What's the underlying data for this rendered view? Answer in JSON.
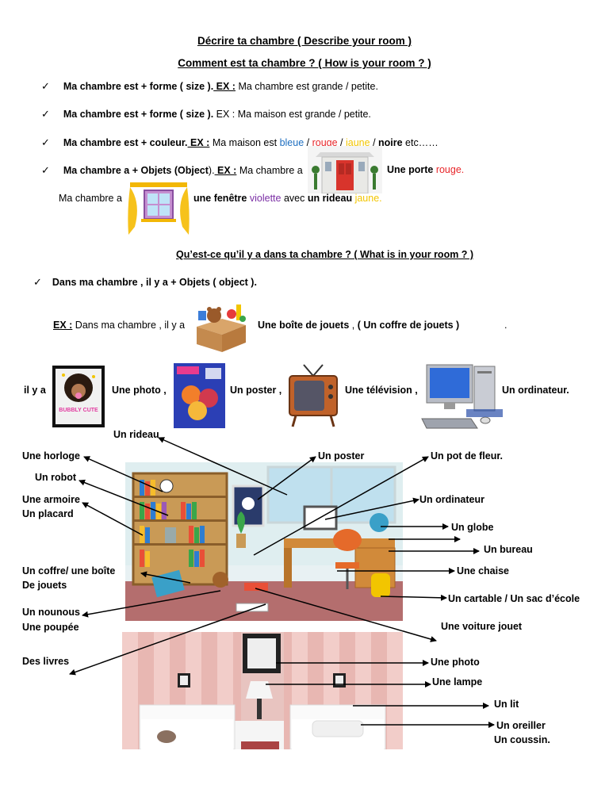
{
  "colors": {
    "blue": "#1f6fc0",
    "red": "#e8262a",
    "yellow": "#f2c500",
    "violet": "#7b2fa5"
  },
  "header": {
    "title1": "Décrire ta chambre  ( Describe your room )",
    "title2": "Comment est ta chambre ? ( How is your room ? )"
  },
  "bullets": [
    {
      "bold": "Ma chambre est + forme ( size ).",
      "ex": " EX :",
      "text": " Ma chambre est grande / petite."
    },
    {
      "bold": "Ma chambre est + forme ( size ).",
      "text": " EX : Ma maison est grande / petite."
    },
    {
      "bold": "Ma chambre est + couleur.",
      "ex": " EX :",
      "text": " Ma maison est ",
      "c1": "bleue",
      "s1": " / ",
      "c2": "rouge",
      "s2": " / ",
      "c3": "jaune",
      "s3": " / ",
      "c4": "noire",
      "tail": "  etc……"
    },
    {
      "bold": "Ma chambre  a + Objets (Object",
      "close": ").",
      "ex": " EX :",
      "text": "  Ma chambre a",
      "after": "Une porte ",
      "after_color": "rouge."
    }
  ],
  "line5": {
    "pre": "Ma chambre a",
    "b1": "une fenêtre ",
    "c1": "violette",
    "mid": " avec ",
    "b2": "un rideau ",
    "c2": "jaune."
  },
  "section2": {
    "title": "Qu’est-ce qu’il y a dans ta chambre ? ( What is in your room ? )",
    "bullet": "Dans ma chambre , il y a + Objets ( object ).",
    "ex": "EX :",
    "ex_text": "  Dans ma chambre , il y a",
    "ex_bold": "Une boîte de jouets",
    "ex_tail": " , ",
    "ex_bold2": "( Un coffre de jouets )",
    "dot": "."
  },
  "row": {
    "ilya": "il y a",
    "photo": "Une photo ,",
    "poster": "Un poster ,",
    "tv": "Une télévision ,",
    "computer": "Un ordinateur."
  },
  "labels": {
    "rideau": "Un rideau",
    "horloge": "Une horloge",
    "robot": "Un robot",
    "armoire": "Une armoire",
    "placard": "Un placard",
    "coffre": "Un coffre/ une boîte",
    "coffre2": "De jouets",
    "nounours": "Un nounous",
    "poupee": "Une poupée",
    "livres": "Des livres",
    "poster": "Un poster",
    "pot": "Un pot de fleur.",
    "ordinateur": "Un ordinateur",
    "globe": "Un globe",
    "bureau": "Un bureau",
    "chaise": "Une chaise",
    "cartable": "Un cartable / Un sac d’école",
    "voiture": "Une voiture jouet",
    "photo": "Une photo",
    "lampe": "Une lampe",
    "lit": "Un lit",
    "oreiller": "Un oreiller",
    "coussin": "Un coussin."
  },
  "images": {
    "bubble_text": "BUBBLY CUTE"
  }
}
